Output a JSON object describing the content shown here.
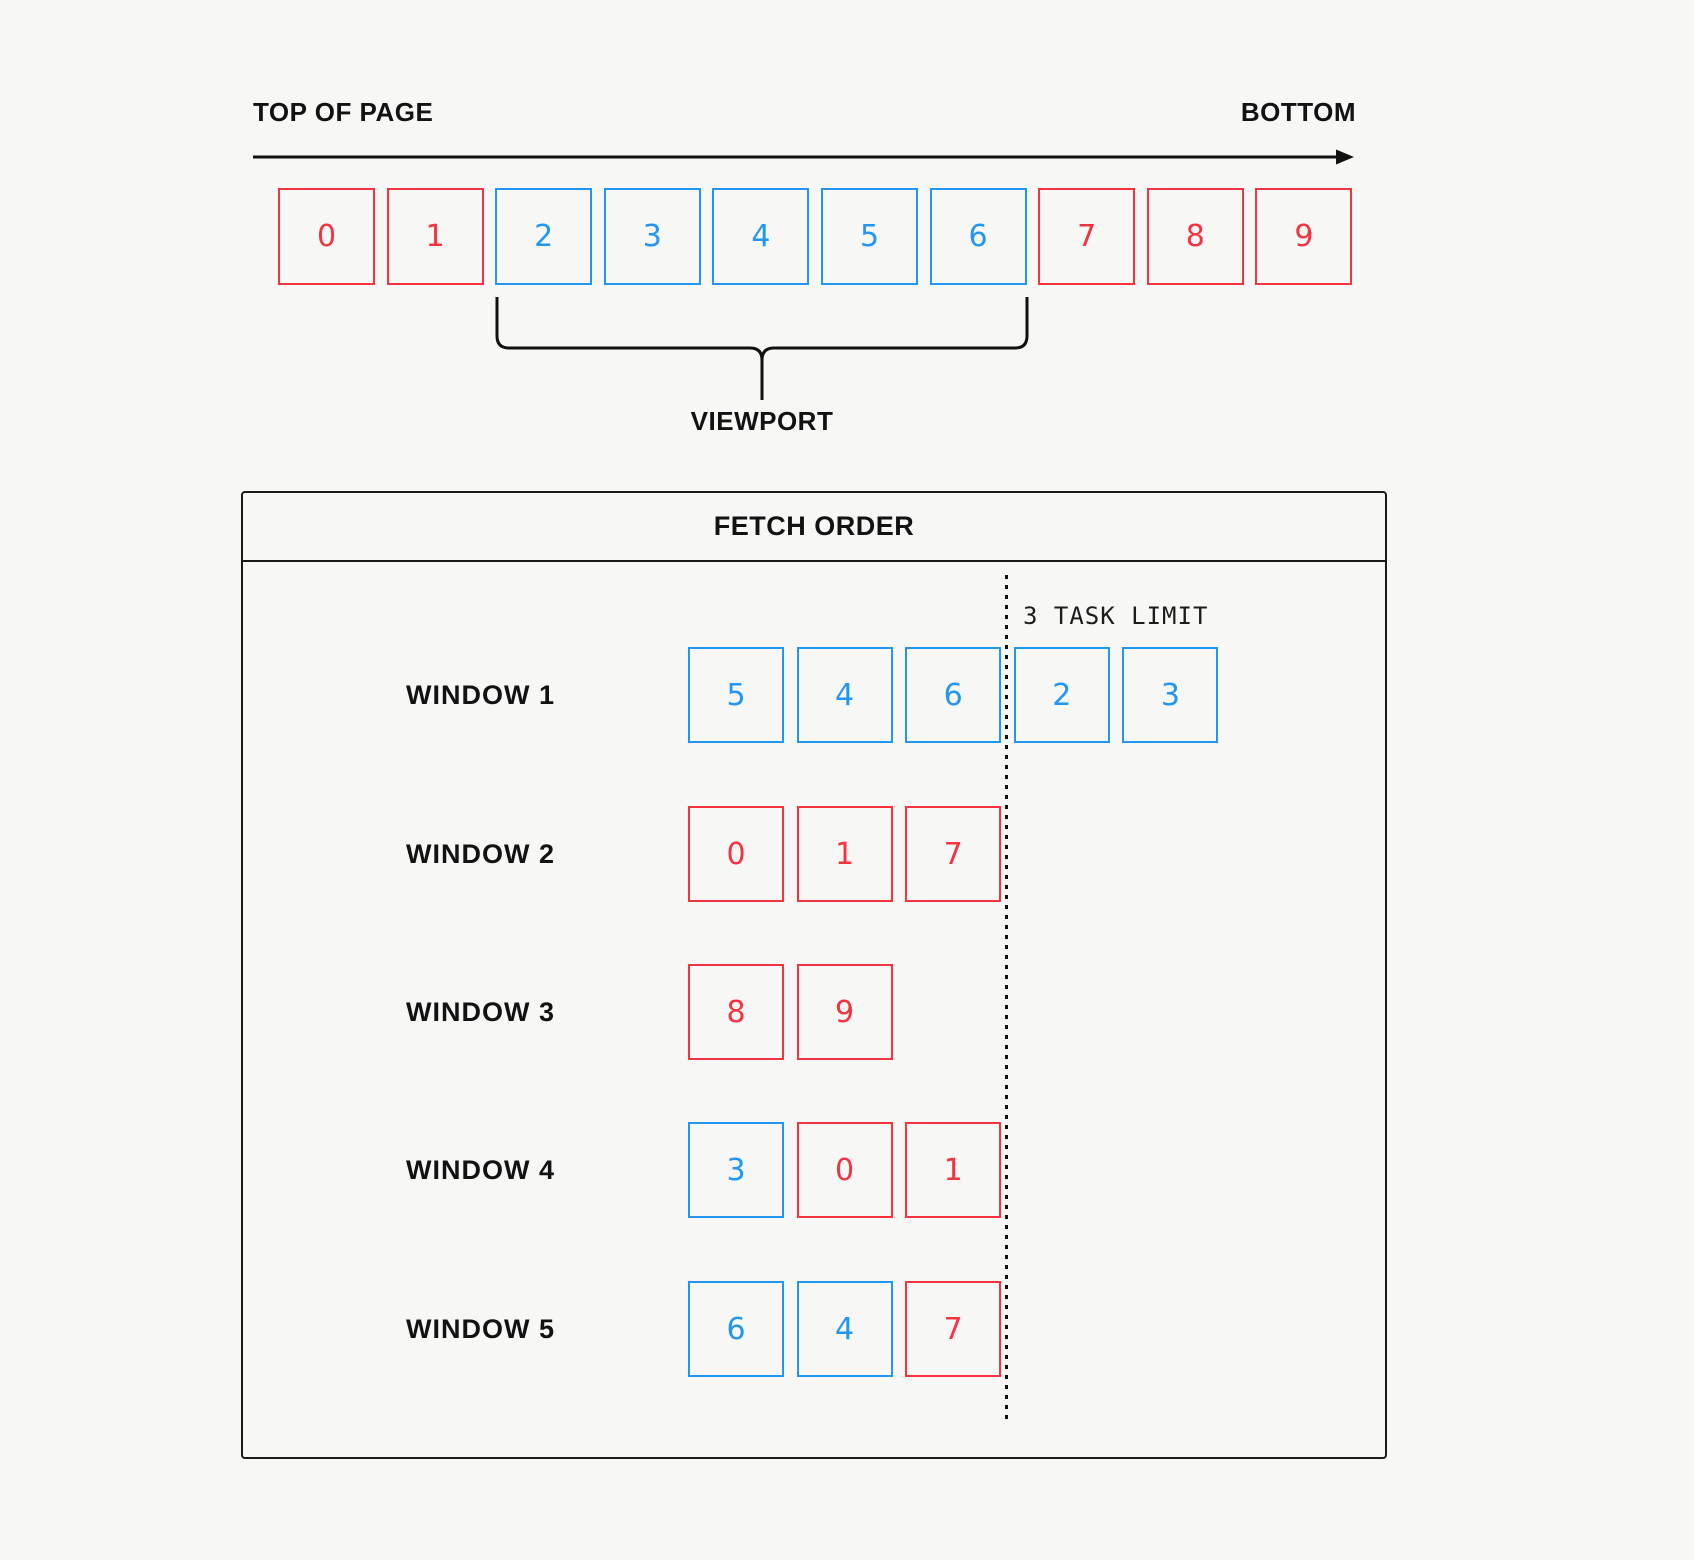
{
  "page": {
    "background": "#f7f7f5"
  },
  "colors": {
    "in_viewport": "#2196f3",
    "outside_viewport": "#f5333f",
    "ink": "#111111"
  },
  "timeline": {
    "start_label": "TOP OF PAGE",
    "end_label": "BOTTOM",
    "viewport_label": "VIEWPORT",
    "boxes": [
      {
        "value": "0",
        "in_viewport": false
      },
      {
        "value": "1",
        "in_viewport": false
      },
      {
        "value": "2",
        "in_viewport": true
      },
      {
        "value": "3",
        "in_viewport": true
      },
      {
        "value": "4",
        "in_viewport": true
      },
      {
        "value": "5",
        "in_viewport": true
      },
      {
        "value": "6",
        "in_viewport": true
      },
      {
        "value": "7",
        "in_viewport": false
      },
      {
        "value": "8",
        "in_viewport": false
      },
      {
        "value": "9",
        "in_viewport": false
      }
    ]
  },
  "fetch_panel": {
    "title": "FETCH ORDER",
    "task_limit": 3,
    "task_limit_label": "3 TASK LIMIT",
    "windows": [
      {
        "label": "WINDOW 1",
        "boxes": [
          {
            "value": "5",
            "in_viewport": true
          },
          {
            "value": "4",
            "in_viewport": true
          },
          {
            "value": "6",
            "in_viewport": true
          },
          {
            "value": "2",
            "in_viewport": true
          },
          {
            "value": "3",
            "in_viewport": true
          }
        ]
      },
      {
        "label": "WINDOW 2",
        "boxes": [
          {
            "value": "0",
            "in_viewport": false
          },
          {
            "value": "1",
            "in_viewport": false
          },
          {
            "value": "7",
            "in_viewport": false
          }
        ]
      },
      {
        "label": "WINDOW 3",
        "boxes": [
          {
            "value": "8",
            "in_viewport": false
          },
          {
            "value": "9",
            "in_viewport": false
          }
        ]
      },
      {
        "label": "WINDOW 4",
        "boxes": [
          {
            "value": "3",
            "in_viewport": true
          },
          {
            "value": "0",
            "in_viewport": false
          },
          {
            "value": "1",
            "in_viewport": false
          }
        ]
      },
      {
        "label": "WINDOW 5",
        "boxes": [
          {
            "value": "6",
            "in_viewport": true
          },
          {
            "value": "4",
            "in_viewport": true
          },
          {
            "value": "7",
            "in_viewport": false
          }
        ]
      }
    ]
  }
}
